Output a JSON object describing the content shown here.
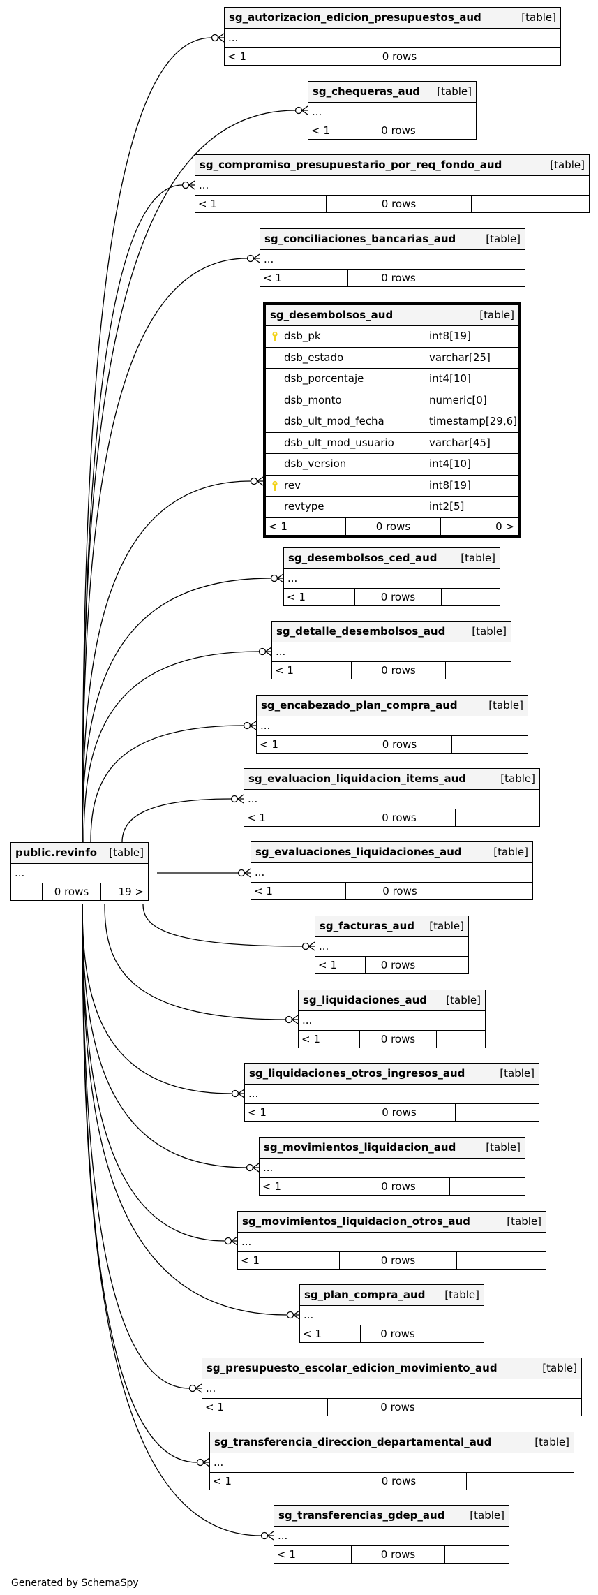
{
  "tables": [
    {
      "name": "sg_autorizacion_edicion_presupuestos_aud",
      "kind": "[table]",
      "row": "...",
      "rows_left": "< 1",
      "rows_mid": "0 rows",
      "rows_right": ""
    },
    {
      "name": "sg_chequeras_aud",
      "kind": "[table]",
      "row": "...",
      "rows_left": "< 1",
      "rows_mid": "0 rows",
      "rows_right": ""
    },
    {
      "name": "sg_compromiso_presupuestario_por_req_fondo_aud",
      "kind": "[table]",
      "row": "...",
      "rows_left": "< 1",
      "rows_mid": "0 rows",
      "rows_right": ""
    },
    {
      "name": "sg_conciliaciones_bancarias_aud",
      "kind": "[table]",
      "row": "...",
      "rows_left": "< 1",
      "rows_mid": "0 rows",
      "rows_right": ""
    },
    {
      "name": "sg_desembolsos_aud",
      "kind": "[table]",
      "rows_left": "< 1",
      "rows_mid": "0 rows",
      "rows_right": "0 >",
      "columns": [
        {
          "name": "dsb_pk",
          "type": "int8[19]",
          "key": true
        },
        {
          "name": "dsb_estado",
          "type": "varchar[25]",
          "key": false
        },
        {
          "name": "dsb_porcentaje",
          "type": "int4[10]",
          "key": false
        },
        {
          "name": "dsb_monto",
          "type": "numeric[0]",
          "key": false
        },
        {
          "name": "dsb_ult_mod_fecha",
          "type": "timestamp[29,6]",
          "key": false
        },
        {
          "name": "dsb_ult_mod_usuario",
          "type": "varchar[45]",
          "key": false
        },
        {
          "name": "dsb_version",
          "type": "int4[10]",
          "key": false
        },
        {
          "name": "rev",
          "type": "int8[19]",
          "key": true
        },
        {
          "name": "revtype",
          "type": "int2[5]",
          "key": false
        }
      ]
    },
    {
      "name": "sg_desembolsos_ced_aud",
      "kind": "[table]",
      "row": "...",
      "rows_left": "< 1",
      "rows_mid": "0 rows",
      "rows_right": ""
    },
    {
      "name": "sg_detalle_desembolsos_aud",
      "kind": "[table]",
      "row": "...",
      "rows_left": "< 1",
      "rows_mid": "0 rows",
      "rows_right": ""
    },
    {
      "name": "sg_encabezado_plan_compra_aud",
      "kind": "[table]",
      "row": "...",
      "rows_left": "< 1",
      "rows_mid": "0 rows",
      "rows_right": ""
    },
    {
      "name": "sg_evaluacion_liquidacion_items_aud",
      "kind": "[table]",
      "row": "...",
      "rows_left": "< 1",
      "rows_mid": "0 rows",
      "rows_right": ""
    },
    {
      "name": "sg_evaluaciones_liquidaciones_aud",
      "kind": "[table]",
      "row": "...",
      "rows_left": "< 1",
      "rows_mid": "0 rows",
      "rows_right": ""
    },
    {
      "name": "sg_facturas_aud",
      "kind": "[table]",
      "row": "...",
      "rows_left": "< 1",
      "rows_mid": "0 rows",
      "rows_right": ""
    },
    {
      "name": "sg_liquidaciones_aud",
      "kind": "[table]",
      "row": "...",
      "rows_left": "< 1",
      "rows_mid": "0 rows",
      "rows_right": ""
    },
    {
      "name": "sg_liquidaciones_otros_ingresos_aud",
      "kind": "[table]",
      "row": "...",
      "rows_left": "< 1",
      "rows_mid": "0 rows",
      "rows_right": ""
    },
    {
      "name": "sg_movimientos_liquidacion_aud",
      "kind": "[table]",
      "row": "...",
      "rows_left": "< 1",
      "rows_mid": "0 rows",
      "rows_right": ""
    },
    {
      "name": "sg_movimientos_liquidacion_otros_aud",
      "kind": "[table]",
      "row": "...",
      "rows_left": "< 1",
      "rows_mid": "0 rows",
      "rows_right": ""
    },
    {
      "name": "sg_plan_compra_aud",
      "kind": "[table]",
      "row": "...",
      "rows_left": "< 1",
      "rows_mid": "0 rows",
      "rows_right": ""
    },
    {
      "name": "sg_presupuesto_escolar_edicion_movimiento_aud",
      "kind": "[table]",
      "row": "...",
      "rows_left": "< 1",
      "rows_mid": "0 rows",
      "rows_right": ""
    },
    {
      "name": "sg_transferencia_direccion_departamental_aud",
      "kind": "[table]",
      "row": "...",
      "rows_left": "< 1",
      "rows_mid": "0 rows",
      "rows_right": ""
    },
    {
      "name": "sg_transferencias_gdep_aud",
      "kind": "[table]",
      "row": "...",
      "rows_left": "< 1",
      "rows_mid": "0 rows",
      "rows_right": ""
    }
  ],
  "hub": {
    "name": "public.revinfo",
    "kind": "[table]",
    "row": "...",
    "rows_left": "",
    "rows_mid": "0 rows",
    "rows_right": "19 >"
  },
  "footer": "Generated by SchemaSpy",
  "colors": {
    "line": "#000000",
    "header_bg": "#f4f4f4",
    "key_icon": "#f2d21b"
  }
}
